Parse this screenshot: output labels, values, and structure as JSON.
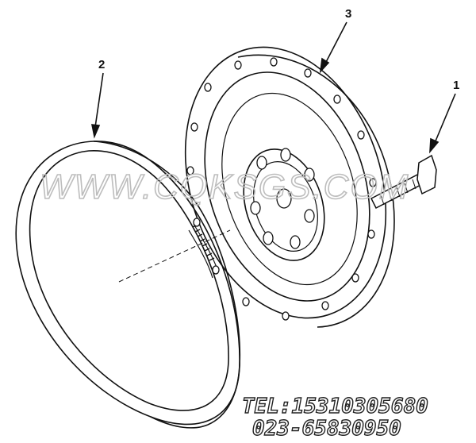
{
  "callouts": [
    {
      "id": "1",
      "label": "1",
      "part": "capscrew"
    },
    {
      "id": "2",
      "label": "2",
      "part": "ring-gear"
    },
    {
      "id": "3",
      "label": "3",
      "part": "flywheel"
    }
  ],
  "watermark": {
    "text": "WWW.CQKSGS.COM"
  },
  "contact": {
    "tel": "TEL:15310305680",
    "phone": "023-65830950"
  },
  "colors": {
    "line": "#111111",
    "watermark": "#bdbdbd"
  }
}
